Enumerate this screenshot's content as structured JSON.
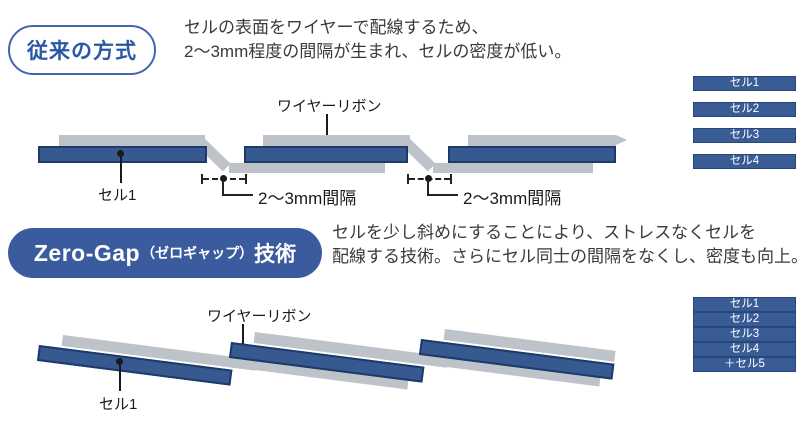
{
  "colors": {
    "cell_blue": "#36598F",
    "cell_border": "#1C3B6B",
    "ribbon_gray": "#BDC3C8",
    "badge_outline_text": "#2A58A5",
    "badge_fill_bg": "#3A5C9E",
    "body_text": "#3A3A3A"
  },
  "conventional": {
    "badge": "従来の方式",
    "description_line1": "セルの表面をワイヤーで配線するため、",
    "description_line2": "2〜3mm程度の間隔が生まれ、セルの密度が低い。",
    "labels": {
      "wire_ribbon": "ワイヤーリボン",
      "cell1": "セル1",
      "gap1": "2〜3mm間隔",
      "gap2": "2〜3mm間隔"
    },
    "stack": [
      "セル1",
      "セル2",
      "セル3",
      "セル4"
    ]
  },
  "zerogap": {
    "badge_en": "Zero-Gap",
    "badge_kana": "（ゼロギャップ）",
    "badge_suffix": "技術",
    "description_line1": "セルを少し斜めにすることにより、ストレスなくセルを",
    "description_line2": "配線する技術。さらにセル同士の間隔をなくし、密度も向上。",
    "labels": {
      "wire_ribbon": "ワイヤーリボン",
      "cell1": "セル1"
    },
    "stack": [
      "セル1",
      "セル2",
      "セル3",
      "セル4",
      "＋セル5"
    ]
  }
}
